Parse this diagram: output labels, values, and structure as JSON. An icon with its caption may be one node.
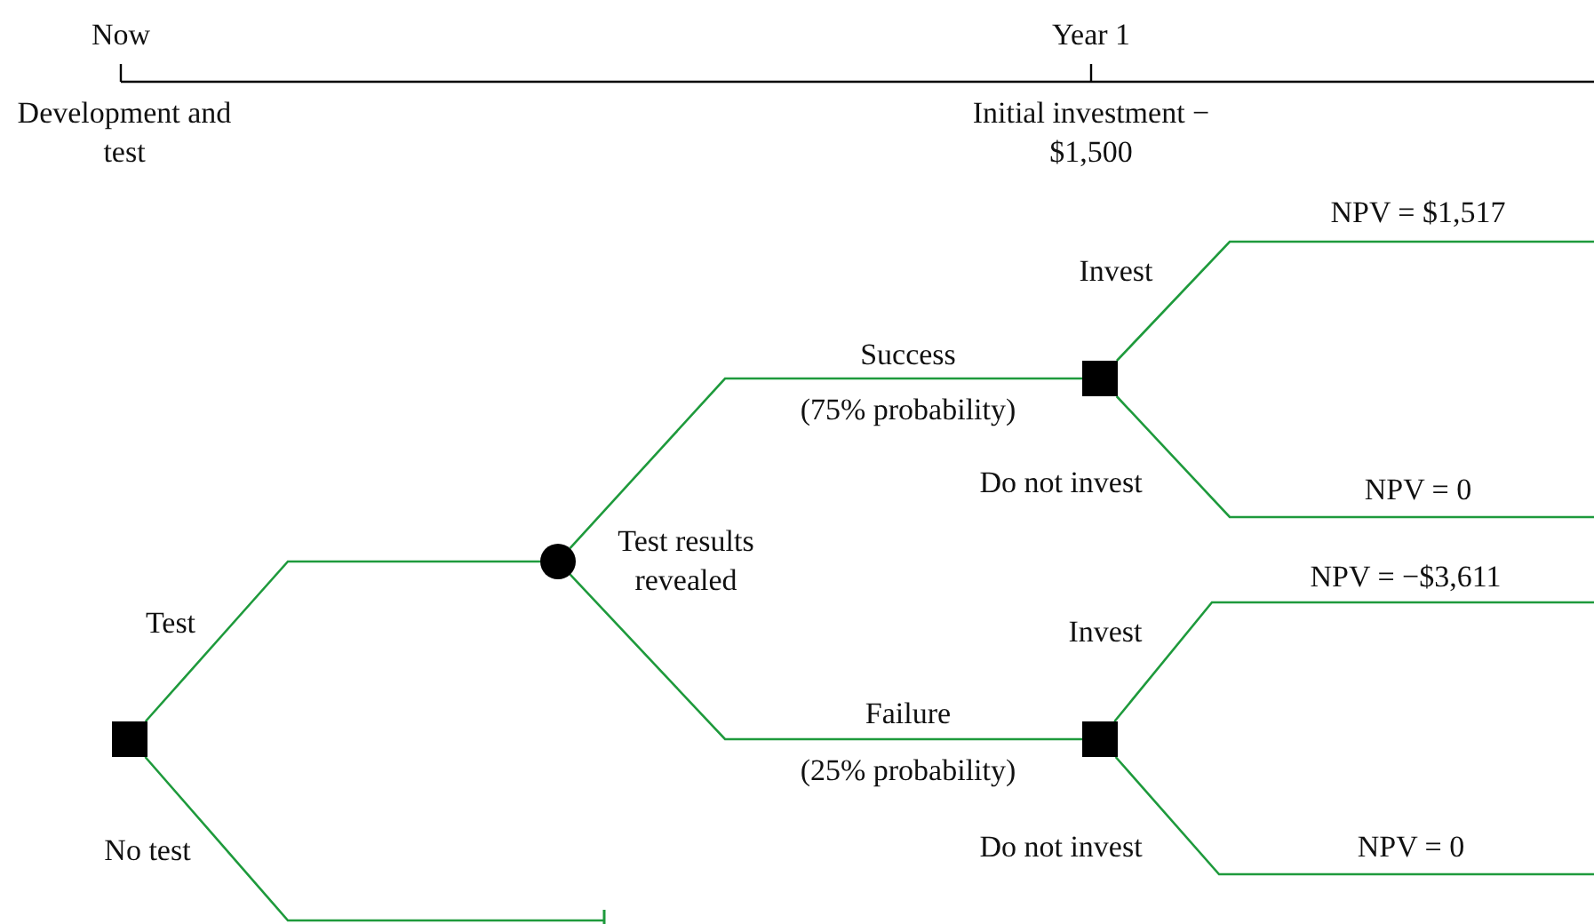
{
  "diagram": {
    "nodes": [
      {
        "text": [],
        "shape": "box"
      },
      {
        "text": [],
        "shape": "circle",
        "beside": [
          "Test results revealed"
        ]
      },
      {
        "text": [],
        "shape": "box"
      },
      {
        "text": [],
        "shape": "box"
      }
    ],
    "edges": [
      {
        "from": 0,
        "to": 1,
        "arrow": "none",
        "label": "Test"
      },
      {
        "from": 0,
        "to": null,
        "arrow": "other",
        "label": "No test"
      },
      {
        "from": 1,
        "to": 2,
        "arrow": "none",
        "label": "Success"
      },
      {
        "from": 1,
        "to": 3,
        "arrow": "none",
        "label": "Failure"
      },
      {
        "from": 2,
        "to": null,
        "arrow": "none",
        "label": "Invest"
      },
      {
        "from": 2,
        "to": null,
        "arrow": "none",
        "label": "Do not invest"
      },
      {
        "from": 3,
        "to": null,
        "arrow": "none",
        "label": "Invest"
      },
      {
        "from": 3,
        "to": null,
        "arrow": "none",
        "label": "Do not invest"
      }
    ],
    "labels": [
      "Now",
      "Year 1",
      "Development and test",
      "Initial investment −$1,500",
      "NPV = $1,517",
      "(75% probability)",
      "NPV = 0",
      "NPV = −$3,611",
      "(25% probability)",
      "NPV = 0"
    ]
  }
}
